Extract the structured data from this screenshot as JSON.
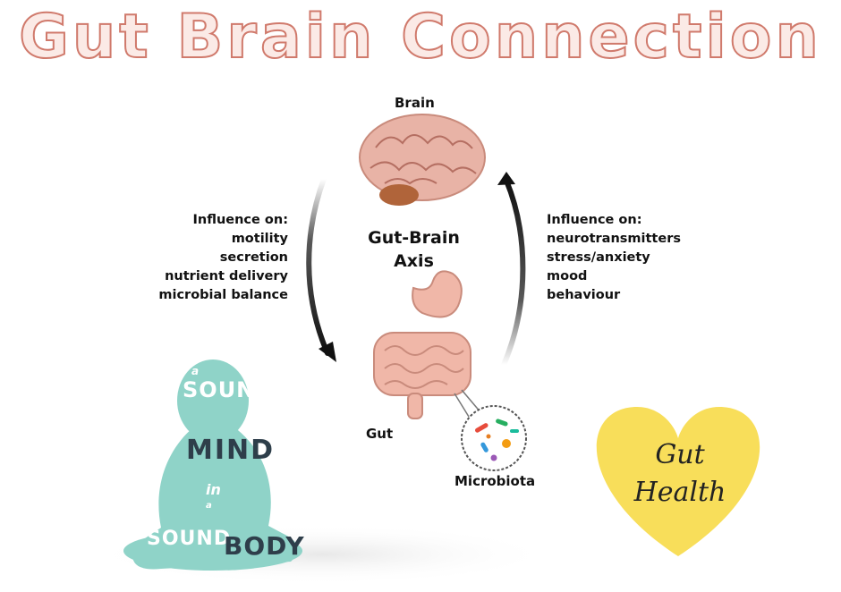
{
  "title": "Gut Brain Connection",
  "labels": {
    "brain": "Brain",
    "axis_line1": "Gut-Brain",
    "axis_line2": "Axis",
    "gut": "Gut",
    "microbiota": "Microbiota"
  },
  "left_influence": {
    "heading": "Influence on:",
    "items": [
      "motility",
      "secretion",
      "nutrient delivery",
      "microbial balance"
    ]
  },
  "right_influence": {
    "heading": "Influence on:",
    "items": [
      "neurotransmitters",
      "stress/anxiety",
      "mood",
      "behaviour"
    ]
  },
  "poster": {
    "line1": "a",
    "line2": "SOUND",
    "line3": "MIND",
    "line4": "in",
    "line5": "a",
    "line6": "SOUND",
    "line7": "BODY"
  },
  "heart": {
    "line1": "Gut",
    "line2": "Health"
  },
  "colors": {
    "title_fill": "#fbeae6",
    "title_stroke": "#d07a6c",
    "heart": "#f8de5a",
    "silhouette": "#8fd3c8",
    "brain": "#e8b3a6",
    "gut": "#f0b7a8"
  }
}
